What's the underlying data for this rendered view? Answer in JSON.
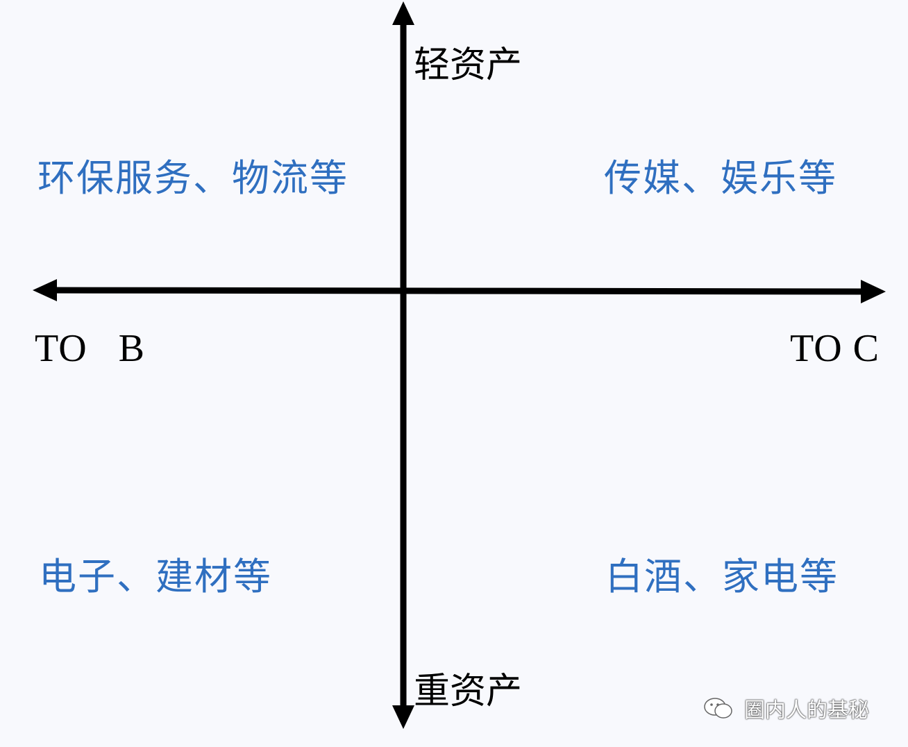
{
  "axes": {
    "top_label": "轻资产",
    "bottom_label": "重资产",
    "left_label": "TO   B",
    "right_label": "TO C"
  },
  "quadrants": {
    "top_left": "环保服务、物流等",
    "top_right": "传媒、娱乐等",
    "bottom_left": "电子、建材等",
    "bottom_right": "白酒、家电等"
  },
  "colors": {
    "quadrant_text": "#2f6fc0",
    "axis": "#000000",
    "background": "#f8f9fd"
  },
  "watermark": {
    "icon": "wechat-icon",
    "text": "圈内人的基秘"
  }
}
